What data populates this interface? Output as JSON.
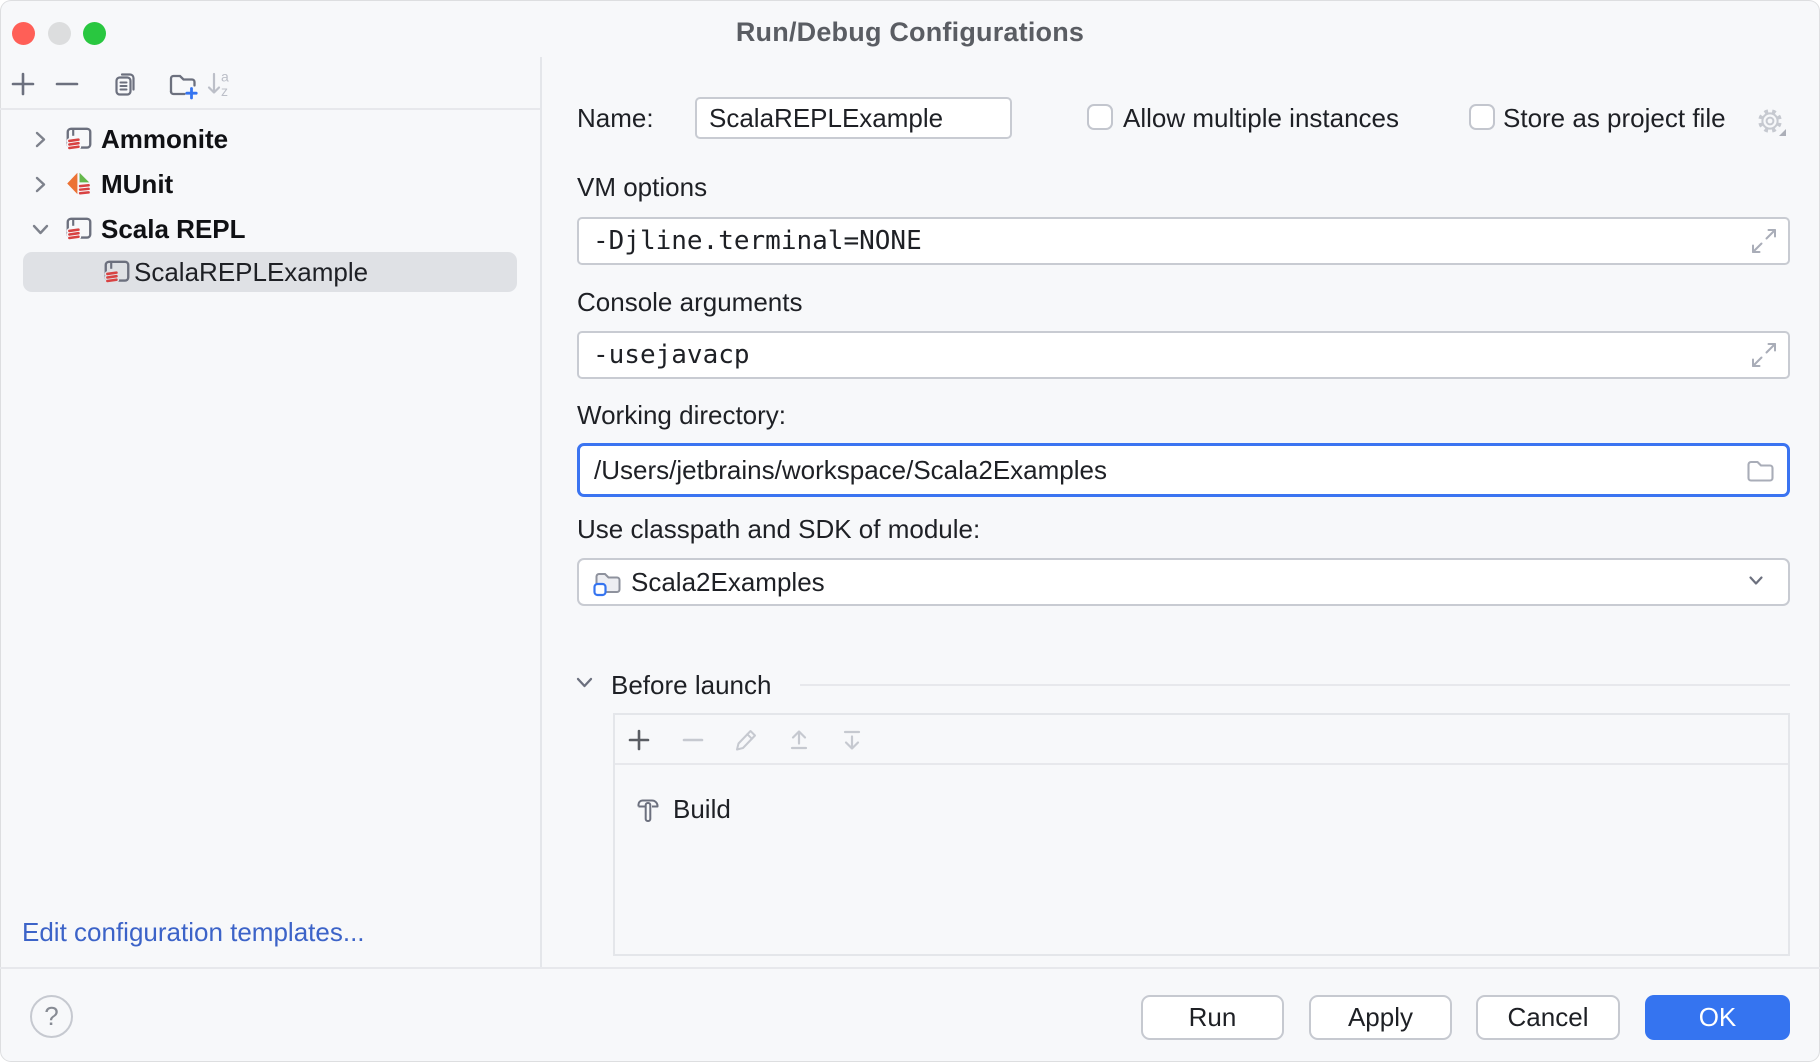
{
  "window": {
    "title": "Run/Debug Configurations"
  },
  "titlebar": {
    "traffic_lights": [
      {
        "name": "close",
        "color": "#FF5F57"
      },
      {
        "name": "minimize",
        "color": "#DCDDDE"
      },
      {
        "name": "zoom",
        "color": "#29C740"
      }
    ]
  },
  "sidebar": {
    "toolbar_icons": [
      "plus-icon",
      "minus-icon",
      "copy-icon",
      "new-folder-icon",
      "sort-az-icon"
    ],
    "tree": [
      {
        "label": "Ammonite",
        "icon": "scala-console-icon",
        "chevron": "right",
        "bold": true
      },
      {
        "label": "MUnit",
        "icon": "munit-icon",
        "chevron": "right",
        "bold": true
      },
      {
        "label": "Scala REPL",
        "icon": "scala-console-icon",
        "chevron": "down",
        "bold": true
      },
      {
        "label": "ScalaREPLExample",
        "icon": "scala-console-icon",
        "selected": true,
        "indent": 1
      }
    ],
    "edit_templates_link": "Edit configuration templates..."
  },
  "form": {
    "name": {
      "label": "Name:",
      "value": "ScalaREPLExample"
    },
    "checkboxes": {
      "allow_multiple": {
        "label": "Allow multiple instances",
        "checked": false
      },
      "store_as_project": {
        "label": "Store as project file",
        "checked": false,
        "trailing_icon": "gear-icon"
      }
    },
    "vm_options": {
      "label": "VM options",
      "value": "-Djline.terminal=NONE",
      "trailing_icon": "expand-icon"
    },
    "console_arguments": {
      "label": "Console arguments",
      "value": "-usejavacp",
      "trailing_icon": "expand-icon"
    },
    "working_directory": {
      "label": "Working directory:",
      "value": "/Users/jetbrains/workspace/Scala2Examples",
      "focused": true,
      "trailing_icon": "folder-icon"
    },
    "module": {
      "label": "Use classpath and SDK of module:",
      "value": "Scala2Examples",
      "leading_icon": "module-icon",
      "trailing_icon": "chevron-down-icon"
    },
    "before_launch": {
      "title": "Before launch",
      "toolbar_icons": [
        "add-icon",
        "remove-icon",
        "edit-pencil-icon",
        "move-up-icon",
        "move-down-icon"
      ],
      "items": [
        {
          "label": "Build",
          "icon": "hammer-icon"
        }
      ]
    }
  },
  "footer": {
    "help_label": "?",
    "buttons": [
      {
        "label": "Run"
      },
      {
        "label": "Apply"
      },
      {
        "label": "Cancel"
      },
      {
        "label": "OK",
        "primary": true
      }
    ]
  },
  "colors": {
    "accent": "#3574F0",
    "focus_border": "#3B74F1",
    "link": "#3C63C8",
    "selection_bg": "#DFE1E5",
    "scala_red": "#D84242",
    "munit_orange": "#EC7234",
    "munit_green": "#65B84C",
    "icon_gray": "#6C707E",
    "disabled_icon_gray": "#C6C9D0"
  }
}
